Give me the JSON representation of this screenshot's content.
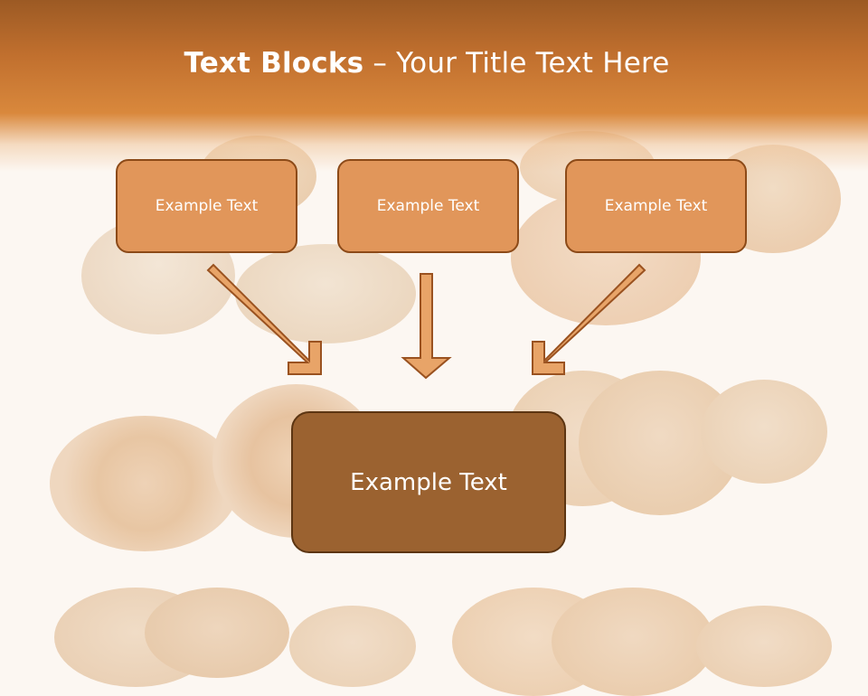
{
  "slide": {
    "title_bold": "Text Blocks",
    "title_sep": " – ",
    "title_rest": "Your Title Text Here"
  },
  "blocks": {
    "top_left": "Example Text",
    "top_center": "Example Text",
    "top_right": "Example Text",
    "main": "Example Text"
  },
  "colors": {
    "header": "#c06f2e",
    "small_box_fill": "#e1965a",
    "small_box_border": "#8c4a18",
    "main_box_fill": "#9b6230",
    "arrow_fill": "#e8a468"
  }
}
